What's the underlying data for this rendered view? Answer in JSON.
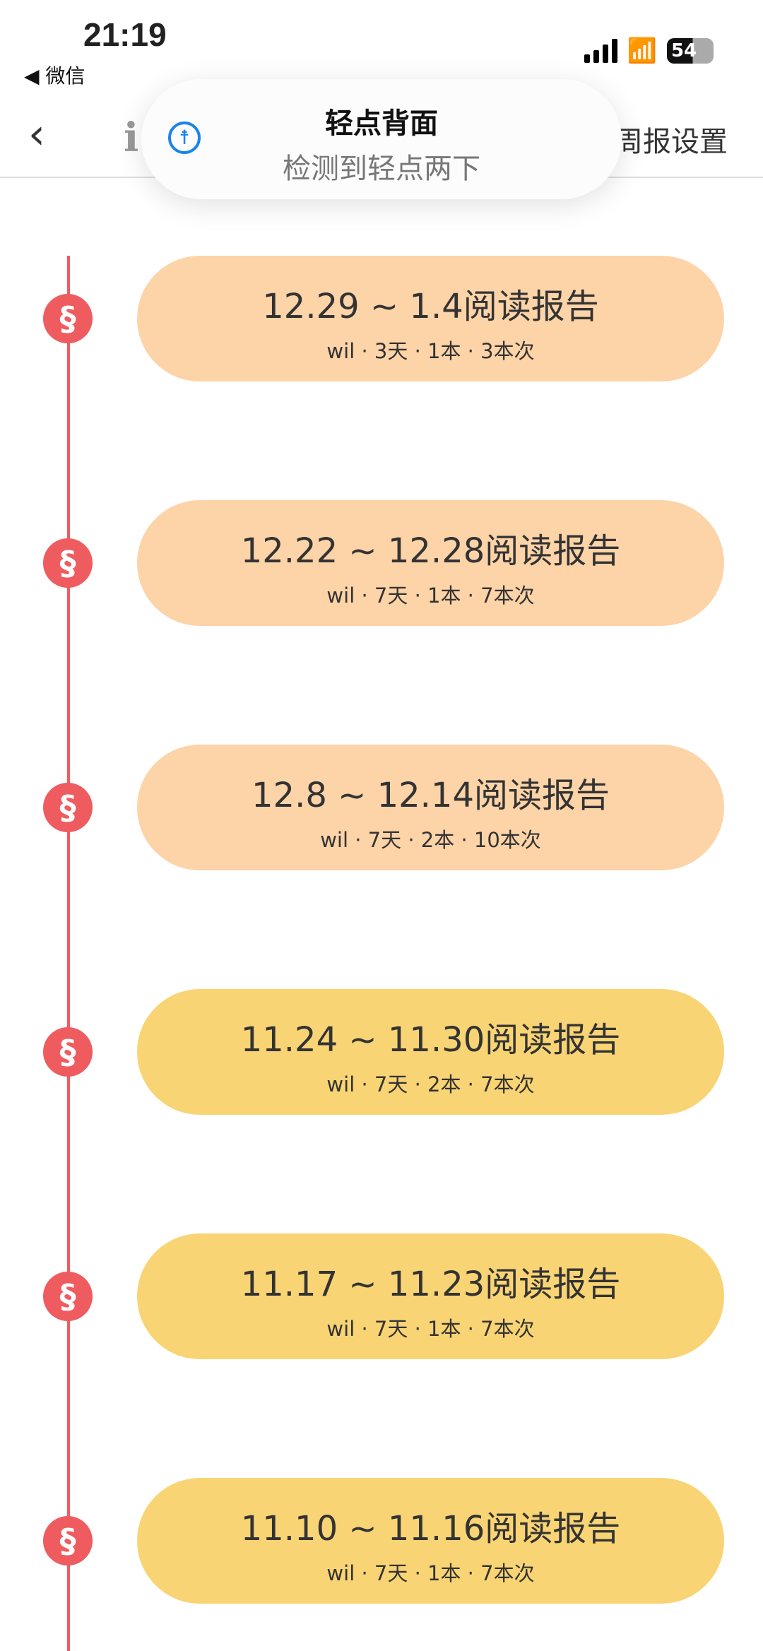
{
  "status_bar": {
    "time": "21:19",
    "back_app": "◀ 微信",
    "battery": "54"
  },
  "nav": {
    "back_icon": "‹",
    "left_partial": "i",
    "right_label": "周报设置"
  },
  "toast": {
    "title": "轻点背面",
    "subtitle": "检测到轻点两下"
  },
  "colors": {
    "peach": "#FDD3A8",
    "yellow": "#F9D474",
    "timeline": "#EF5C60"
  },
  "reports": [
    {
      "title": "12.29 ~ 1.4阅读报告",
      "sub": "wil · 3天 · 1本 · 3本次",
      "color": "#FDD3A8"
    },
    {
      "title": "12.22 ~ 12.28阅读报告",
      "sub": "wil · 7天 · 1本 · 7本次",
      "color": "#FDD3A8"
    },
    {
      "title": "12.8 ~ 12.14阅读报告",
      "sub": "wil · 7天 · 2本 · 10本次",
      "color": "#FDD3A8"
    },
    {
      "title": "11.24 ~ 11.30阅读报告",
      "sub": "wil · 7天 · 2本 · 7本次",
      "color": "#F9D474"
    },
    {
      "title": "11.17 ~ 11.23阅读报告",
      "sub": "wil · 7天 · 1本 · 7本次",
      "color": "#F9D474"
    },
    {
      "title": "11.10 ~ 11.16阅读报告",
      "sub": "wil · 7天 · 1本 · 7本次",
      "color": "#F9D474"
    }
  ]
}
